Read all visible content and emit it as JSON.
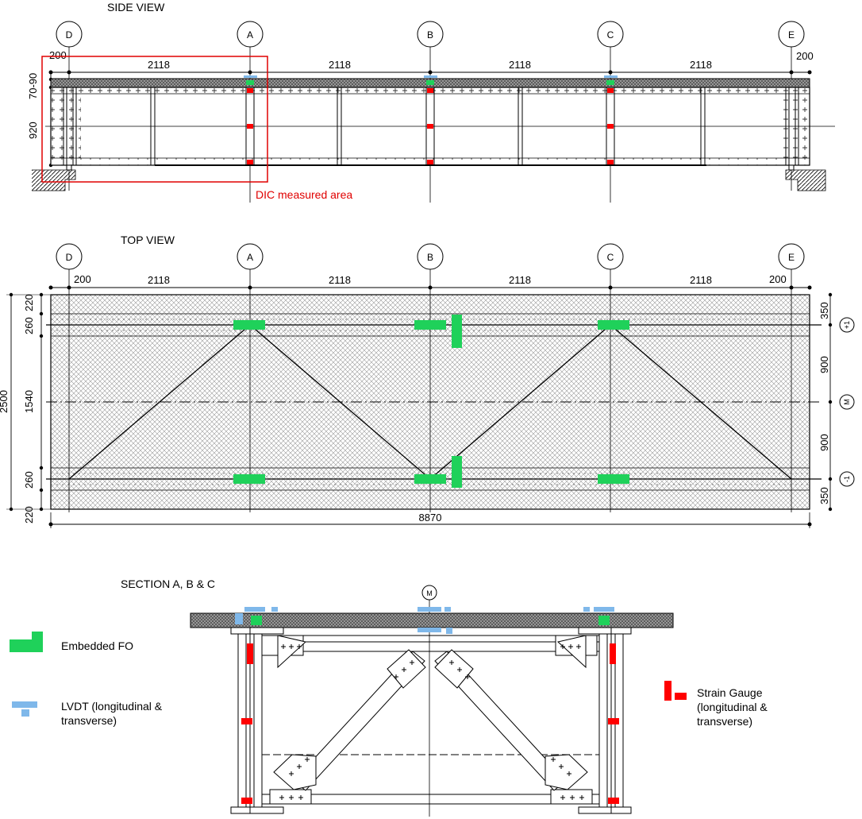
{
  "side_view": {
    "heading": "SIDE VIEW",
    "grid_labels": [
      "D",
      "A",
      "B",
      "C",
      "E"
    ],
    "end_dim": "200",
    "span_dims": [
      "2118",
      "2118",
      "2118",
      "2118"
    ],
    "vertical_dims": [
      "70-90",
      "920"
    ],
    "dic_label": "DIC measured area"
  },
  "top_view": {
    "heading": "TOP VIEW",
    "grid_labels": [
      "D",
      "A",
      "B",
      "C",
      "E"
    ],
    "end_dim": "200",
    "span_dims": [
      "2118",
      "2118",
      "2118",
      "2118"
    ],
    "total_length": "8870",
    "left_dims": [
      "220",
      "260",
      "1540",
      "260",
      "220"
    ],
    "overall_width": "2500",
    "right_dims": [
      "350",
      "900",
      "900",
      "350"
    ],
    "right_markers": [
      "+1",
      "M",
      "-1"
    ]
  },
  "section": {
    "heading": "SECTION A, B & C",
    "marker": "M"
  },
  "legend": {
    "embedded_fo": "Embedded FO",
    "lvdt_line1": "LVDT (longitudinal &",
    "lvdt_line2": "transverse)",
    "sg_line1": "Strain Gauge",
    "sg_line2": "(longitudinal &",
    "sg_line3": "transverse)"
  },
  "colors": {
    "fo": "#1fd15a",
    "lvdt": "#7fb8ea",
    "strain_gauge": "#ff0000",
    "dic": "#ff0000"
  }
}
